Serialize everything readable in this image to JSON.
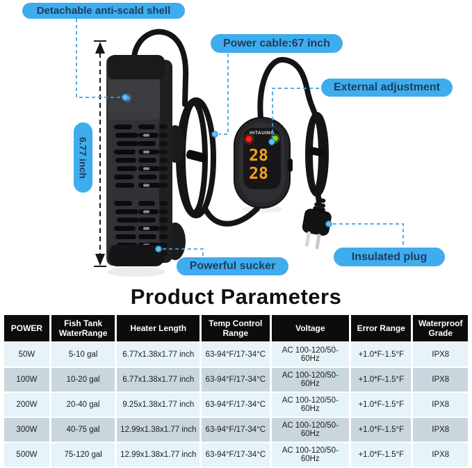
{
  "hero": {
    "callouts": {
      "shell": {
        "label": "Detachable anti-scald shell"
      },
      "power_cable": {
        "label": "Power cable:67 inch"
      },
      "external_adjustment": {
        "label": "External adjustment"
      },
      "powerful_sucker": {
        "label": "Powerful sucker"
      },
      "insulated_plug": {
        "label": "Insulated plug"
      },
      "heater_height": {
        "label": "6.77 inch"
      }
    },
    "controller": {
      "brand": "HITAUING",
      "display_set_temp": "28",
      "display_water_temp": "28"
    },
    "colors": {
      "callout_bg": "#3facee",
      "callout_text": "#1d3e5c",
      "connector_blue": "#3f9fe0",
      "digit_orange": "#ffa01c",
      "led_red": "#ff2017",
      "led_green": "#7ad41f"
    }
  },
  "section": {
    "title": "Product Parameters"
  },
  "table": {
    "headers": [
      "POWER",
      "Fish Tank\nWaterRange",
      "Heater Length",
      "Temp Control\nRange",
      "Voltage",
      "Error Range",
      "Waterproof\nGrade"
    ],
    "rows": [
      [
        "50W",
        "5-10 gal",
        "6.77x1.38x1.77 inch",
        "63-94°F/17-34°C",
        "AC 100-120/50-60Hz",
        "+1.0*F-1.5°F",
        "IPX8"
      ],
      [
        "100W",
        "10-20 gal",
        "6.77x1.38x1.77 inch",
        "63-94°F/17-34°C",
        "AC 100-120/50-60Hz",
        "+1.0*F-1.5°F",
        "IPX8"
      ],
      [
        "200W",
        "20-40 gal",
        "9.25x1.38x1.77 inch",
        "63-94°F/17-34°C",
        "AC 100-120/50-60Hz",
        "+1.0*F-1.5°F",
        "IPX8"
      ],
      [
        "300W",
        "40-75 gal",
        "12.99x1.38x1.77 inch",
        "63-94°F/17-34°C",
        "AC 100-120/50-60Hz",
        "+1.0*F-1.5°F",
        "IPX8"
      ],
      [
        "500W",
        "75-120 gal",
        "12.99x1.38x1.77 inch",
        "63-94°F/17-34°C",
        "AC 100-120/50-60Hz",
        "+1.0*F-1.5°F",
        "IPX8"
      ]
    ],
    "row_colors": {
      "light": "#e6f3f8",
      "dark": "#c9d6dd",
      "header_bg": "#0c0c0c"
    }
  }
}
